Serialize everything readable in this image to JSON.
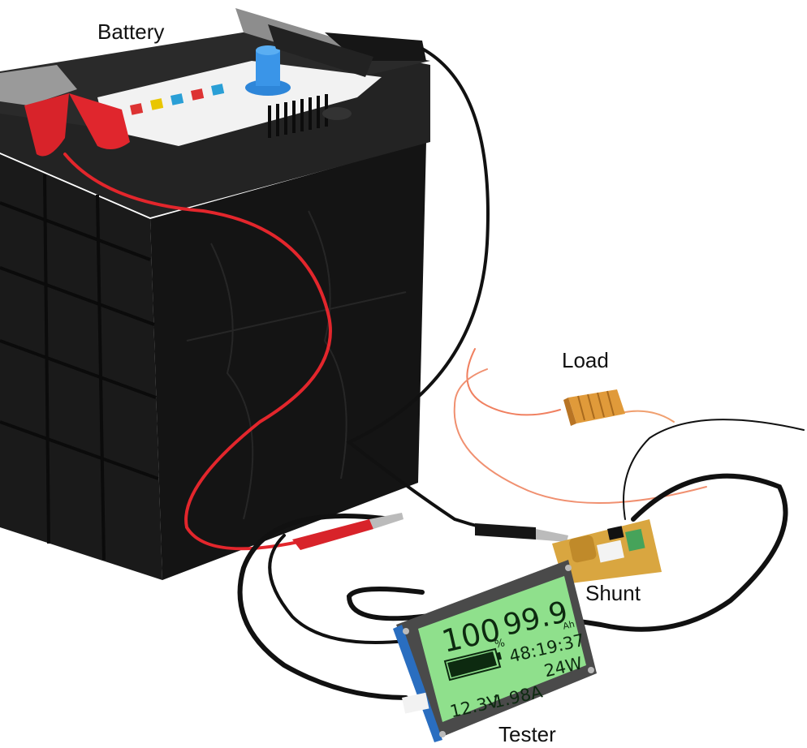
{
  "labels": {
    "battery": "Battery",
    "load": "Load",
    "shunt": "Shunt",
    "tester": "Tester"
  },
  "lcd": {
    "percent": "100",
    "percent_unit": "%",
    "capacity": "99.9",
    "capacity_unit": "Ah",
    "time": "48:19:37",
    "power": "24W",
    "voltage": "12.3V",
    "current": "-1.98A",
    "battery_level_fraction": 1.0
  },
  "colors": {
    "battery_body": "#1c1c1c",
    "red_wire": "#e3262c",
    "black_wire": "#111111",
    "load_gold": "#e09a3a",
    "lcd_green": "#8fe08c",
    "shunt_board": "#d9a640"
  }
}
